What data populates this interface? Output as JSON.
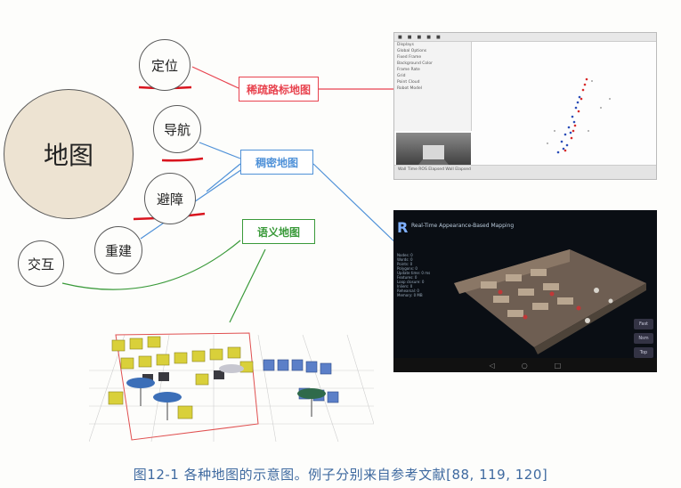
{
  "concept_nodes": {
    "central": "地图",
    "localization": "定位",
    "navigation": "导航",
    "obstacle_avoidance": "避障",
    "reconstruction": "重建",
    "interaction": "交互"
  },
  "map_types": {
    "sparse": "稀疏路标地图",
    "dense": "稠密地图",
    "semantic": "语义地图"
  },
  "colors": {
    "sparse": "#e8434f",
    "dense": "#4f91d8",
    "semantic": "#3a9a3a",
    "underline": "#d9141e",
    "central_fill": "#ede3d2",
    "caption": "#3f6aa0"
  },
  "rviz": {
    "panel_lines": [
      "Displays",
      "Global Options",
      "Fixed Frame",
      "Background Color",
      "Frame Rate",
      "Grid",
      "Point Cloud",
      "Robot Model"
    ],
    "status": "Wall Time   ROS Elapsed   Wall Elapsed"
  },
  "tablet": {
    "title": "Real-Time Appearance-Based Mapping",
    "logo": "R",
    "info_lines": [
      "Nodes: 0",
      "Words: 0",
      "Points: 0",
      "Polygons: 0",
      "Update time: 0 ms",
      "Features: 0",
      "Loop closure: 0",
      "Inliers: 0",
      "Rehearsal: 0",
      "Memory: 0 MB"
    ],
    "buttons": [
      "Fast",
      "Nsm",
      "Top"
    ]
  },
  "caption": "图12-1   各种地图的示意图。例子分别来自参考文献[88, 119, 120]"
}
